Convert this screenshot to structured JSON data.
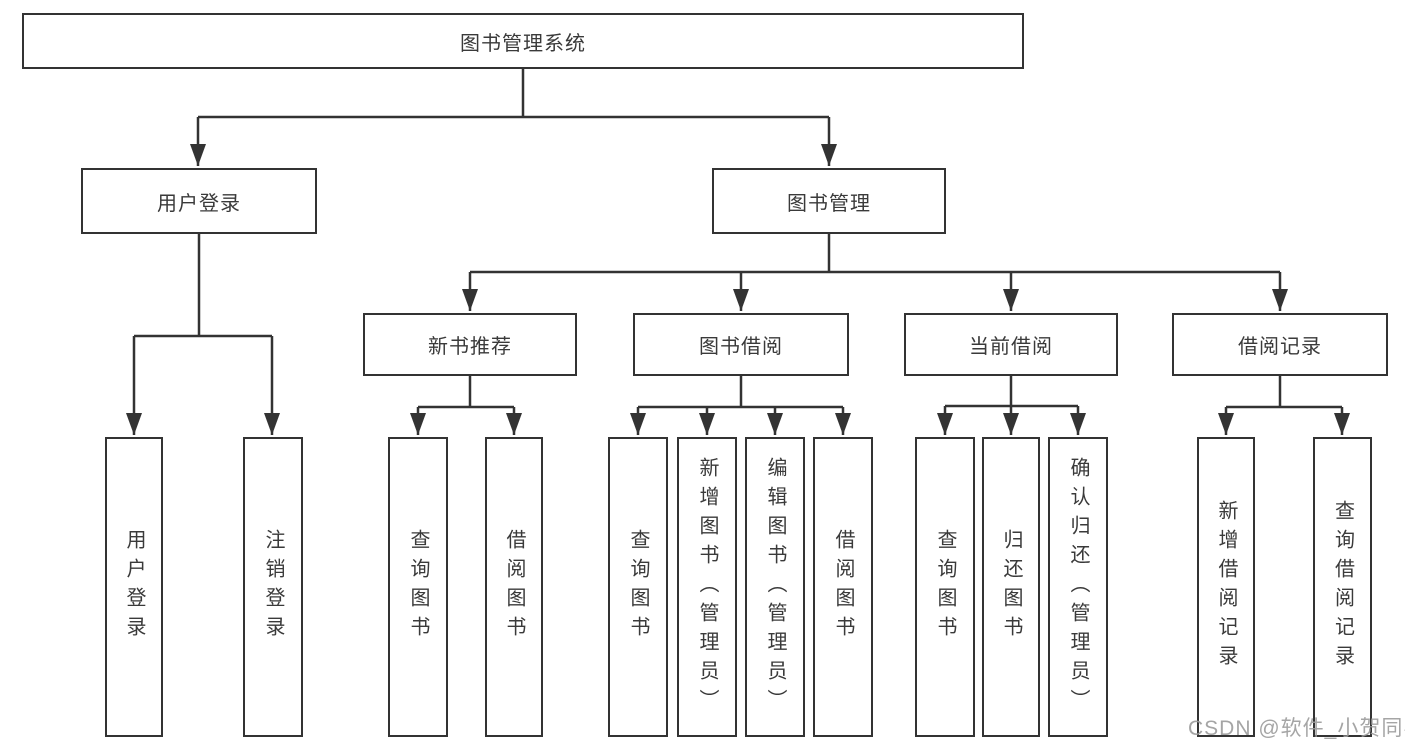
{
  "diagram_title": "图书管理系统",
  "nodes": {
    "root": "图书管理系统",
    "level2": {
      "user_login": "用户登录",
      "book_management": "图书管理"
    },
    "level3": {
      "new_book_recommend": "新书推荐",
      "book_borrow": "图书借阅",
      "current_borrow": "当前借阅",
      "borrow_record": "借阅记录"
    },
    "leaves": {
      "user_login_login": "用户登录",
      "user_login_logout": "注销登录",
      "new_book_query": "查询图书",
      "new_book_borrow": "借阅图书",
      "book_borrow_query": "查询图书",
      "book_borrow_add": "新增图书（管理员）",
      "book_borrow_edit": "编辑图书（管理员）",
      "book_borrow_borrow": "借阅图书",
      "current_borrow_query": "查询图书",
      "current_borrow_return": "归还图书",
      "current_borrow_confirm": "确认归还（管理员）",
      "borrow_record_add": "新增借阅记录",
      "borrow_record_query": "查询借阅记录"
    }
  },
  "watermark": "CSDN @软件_小贺同学",
  "colors": {
    "line": "#333333",
    "text": "#3a3a3a",
    "watermark": "#9b9b9b",
    "background": "#ffffff"
  }
}
